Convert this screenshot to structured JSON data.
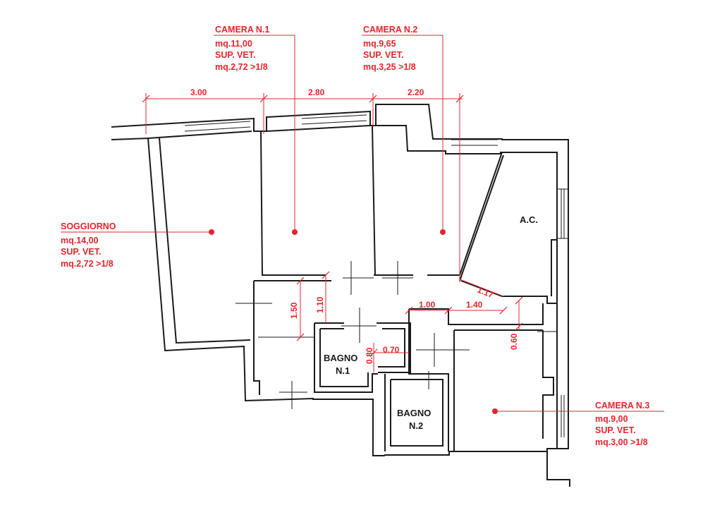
{
  "labels": {
    "camera1": {
      "title": "CAMERA N.1",
      "area": "mq.11,00",
      "sup": "SUP. VET.",
      "ratio": "mq.2,72 >1/8"
    },
    "camera2": {
      "title": "CAMERA N.2",
      "area": "mq.9,65",
      "sup": "SUP. VET.",
      "ratio": "mq.3,25 >1/8"
    },
    "soggiorno": {
      "title": "SOGGIORNO",
      "area": "mq.14,00",
      "sup": "SUP. VET.",
      "ratio": "mq.2,72 >1/8"
    },
    "camera3": {
      "title": "CAMERA N.3",
      "area": "mq.9,00",
      "sup": "SUP. VET.",
      "ratio": "mq.3,00 >1/8"
    }
  },
  "rooms": {
    "ac": "A.C.",
    "bagno1_line1": "BAGNO",
    "bagno1_line2": "N.1",
    "bagno2_line1": "BAGNO",
    "bagno2_line2": "N.2"
  },
  "dimensions": {
    "top_1": "3.00",
    "top_2": "2.80",
    "top_3": "2.20",
    "diag": "1.17",
    "h_100": "1.00",
    "h_140": "1.40",
    "v_150": "1.50",
    "v_110": "1.10",
    "v_080": "0.80",
    "h_070": "0.70",
    "v_060": "0.60"
  },
  "colors": {
    "annotation": "#e3242b",
    "walls": "#1a1a1a"
  }
}
